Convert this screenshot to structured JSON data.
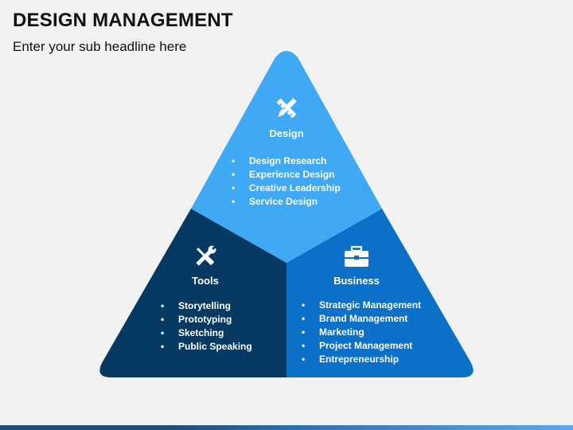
{
  "header": {
    "title": "DESIGN MANAGEMENT",
    "subtitle": "Enter your sub headline here"
  },
  "sections": {
    "design": {
      "label": "Design",
      "icon": "pencil-ruler-icon",
      "color": "#3fa9f5",
      "items": [
        "Design Research",
        "Experience Design",
        "Creative Leadership",
        "Service Design"
      ]
    },
    "tools": {
      "label": "Tools",
      "icon": "wrench-screwdriver-icon",
      "color": "#073a63",
      "items": [
        "Storytelling",
        "Prototyping",
        "Sketching",
        "Public Speaking"
      ]
    },
    "business": {
      "label": "Business",
      "icon": "briefcase-icon",
      "color": "#0a70c8",
      "items": [
        "Strategic Management",
        "Brand Management",
        "Marketing",
        "Project Management",
        "Entrepreneurship"
      ]
    }
  }
}
